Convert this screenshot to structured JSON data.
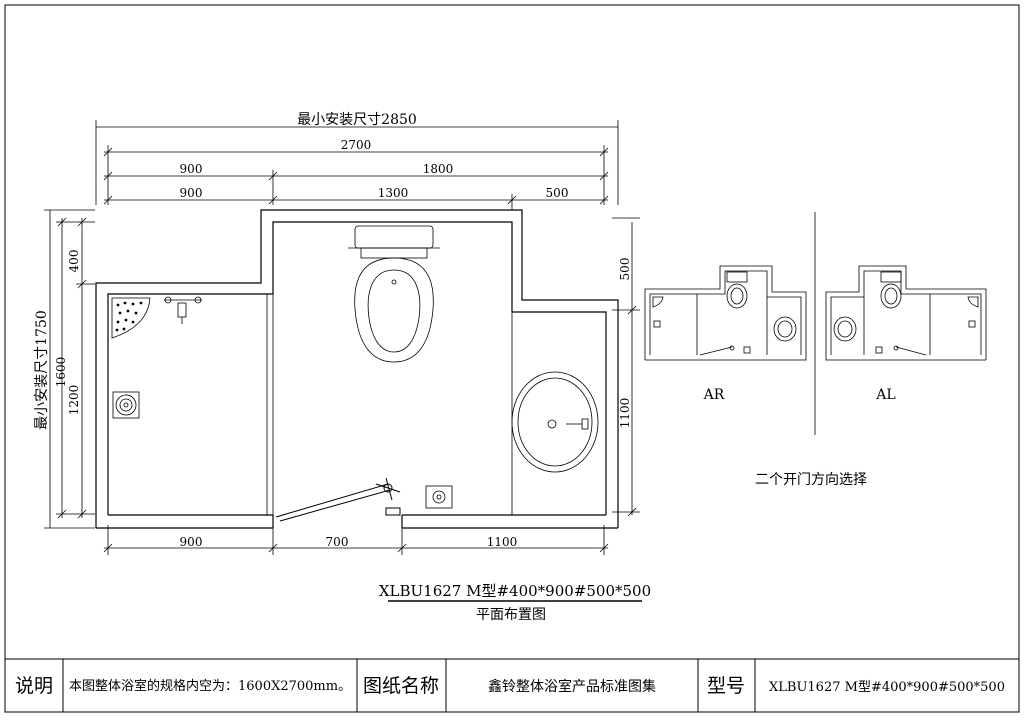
{
  "dimensions": {
    "top_overall": "最小安装尺寸2850",
    "top_total": "2700",
    "top_row2": [
      "900",
      "1800"
    ],
    "top_row3": [
      "900",
      "1300",
      "500"
    ],
    "bottom_row": [
      "900",
      "700",
      "1100"
    ],
    "left_overall": "最小安装尺寸1750",
    "left_1600": "1600",
    "left_400": "400",
    "left_1200": "1200",
    "right_500": "500",
    "right_1100": "1100"
  },
  "variants": {
    "ar_label": "AR",
    "al_label": "AL",
    "caption": "二个开门方向选择"
  },
  "drawing": {
    "model_title": "XLBU1627 M型#400*900#500*500",
    "subtitle": "平面布置图"
  },
  "title_block": {
    "desc_label": "说明",
    "desc_text": "本图整体浴室的规格内空为：1600X2700mm。",
    "name_label": "图纸名称",
    "name_text": "鑫铃整体浴室产品标准图集",
    "model_label": "型号",
    "model_text": "XLBU1627 M型#400*900#500*500"
  }
}
